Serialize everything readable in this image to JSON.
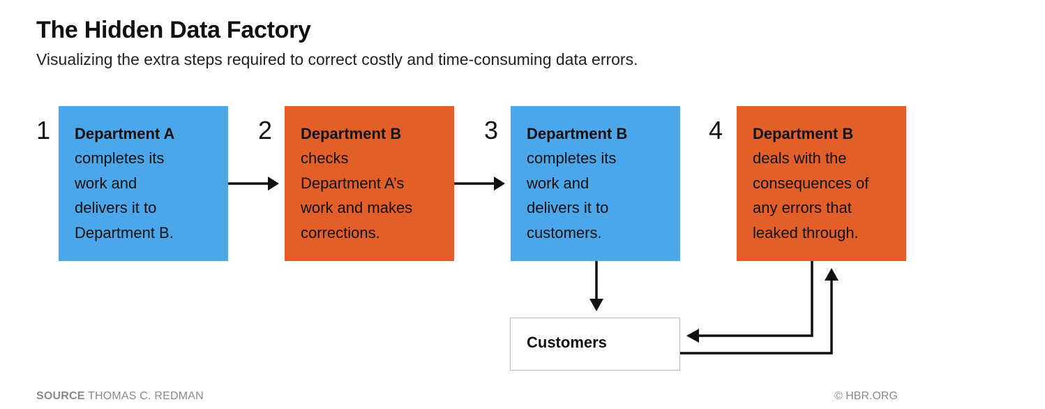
{
  "header": {
    "title": "The Hidden Data Factory",
    "subtitle": "Visualizing the extra steps required to correct costly and time-consuming data errors."
  },
  "steps": [
    {
      "number": "1",
      "department": "Department A",
      "text": "completes its\nwork and\ndelivers it to\nDepartment B.",
      "color": "#4ba6ea"
    },
    {
      "number": "2",
      "department": "Department B",
      "text": "checks\nDepartment A’s\nwork and makes\ncorrections.",
      "color": "#e25f2a"
    },
    {
      "number": "3",
      "department": "Department B",
      "text": "completes its\nwork and\ndelivers it to\ncustomers.",
      "color": "#4ba6ea"
    },
    {
      "number": "4",
      "department": "Department B",
      "text": "deals with the\nconsequences of\nany errors that\nleaked through.",
      "color": "#e25f2a"
    }
  ],
  "customers_label": "Customers",
  "footer": {
    "source_label": "SOURCE",
    "source_name": "THOMAS C. REDMAN",
    "copyright": "© HBR.ORG"
  }
}
